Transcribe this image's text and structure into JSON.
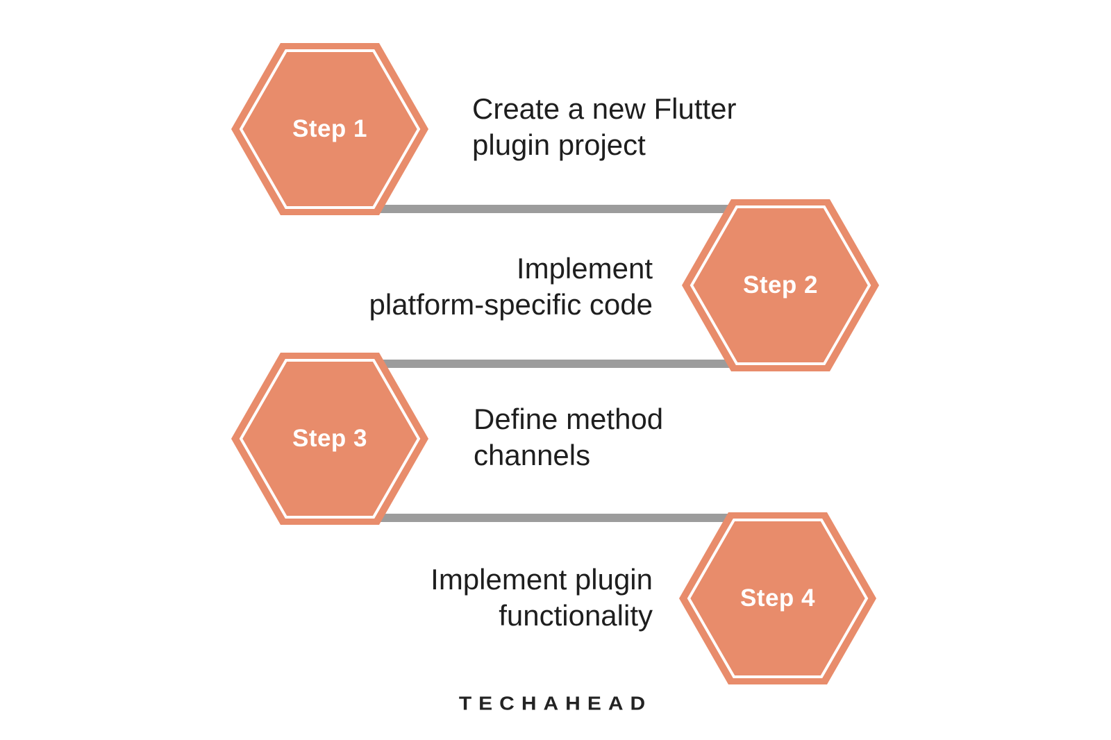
{
  "page": {
    "background": "#FFFFFF",
    "type": "process-infographic"
  },
  "colors": {
    "hexagon_fill": "#E88C6B",
    "hexagon_inner_outline": "#FFFFFF",
    "connector_gray": "#9C9C9C",
    "description_text": "#1E1E1E",
    "step_label_text": "#FFFFFF",
    "logo_text": "#232323"
  },
  "steps": [
    {
      "label": "Step 1",
      "description": "Create a new Flutter plugin project",
      "lines": [
        "Create a new Flutter",
        "plugin project"
      ],
      "side": "left"
    },
    {
      "label": "Step 2",
      "description": "Implement platform-specific code",
      "lines": [
        "Implement",
        "platform-specific code"
      ],
      "side": "right"
    },
    {
      "label": "Step 3",
      "description": "Define method channels",
      "lines": [
        "Define method",
        "channels"
      ],
      "side": "left"
    },
    {
      "label": "Step 4",
      "description": "Implement plugin functionality",
      "lines": [
        "Implement plugin",
        "functionality"
      ],
      "side": "right"
    }
  ],
  "footer": {
    "logo": "TECHAHEAD"
  }
}
